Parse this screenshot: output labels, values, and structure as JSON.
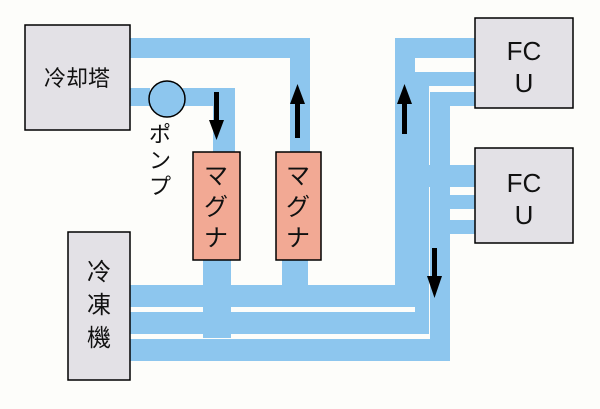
{
  "labels": {
    "cooling_tower": "冷却塔",
    "pump_chars": [
      "ポ",
      "ン",
      "プ"
    ],
    "magna_chars": [
      "マ",
      "グ",
      "ナ"
    ],
    "chiller_chars": [
      "冷",
      "凍",
      "機"
    ],
    "fcu_line1": "FC",
    "fcu_line2": "U"
  },
  "colors": {
    "pipe": "#8dc6ee",
    "box": "#e3e1e6",
    "magna": "#f2a994",
    "arrow": "#000000"
  },
  "arrows": [
    "arrow-down",
    "arrow-up",
    "arrow-up",
    "arrow-down"
  ]
}
